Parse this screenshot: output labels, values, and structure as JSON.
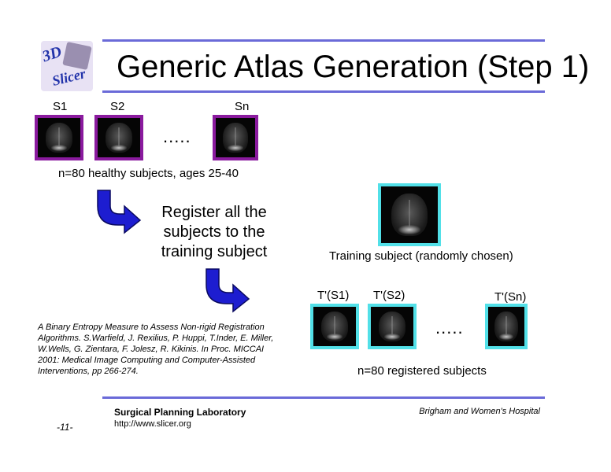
{
  "title": "Generic Atlas Generation (Step 1)",
  "logo": {
    "line1": "3D",
    "line2": "Slicer"
  },
  "subjects": {
    "labels": [
      "S1",
      "S2",
      "Sn"
    ],
    "ellipsis": ".....",
    "caption": "n=80 healthy subjects, ages 25-40"
  },
  "register_text": "Register all the subjects to the training subject",
  "training": {
    "caption": "Training subject (randomly chosen)"
  },
  "registered": {
    "labels": [
      "T'(S1)",
      "T'(S2)",
      "T'(Sn)"
    ],
    "ellipsis": ".....",
    "caption": "n=80 registered subjects"
  },
  "reference": "A Binary Entropy Measure to Assess Non-rigid Registration Algorithms. S.Warfield, J. Rexilius, P. Huppi, T.Inder, E. Miller, W.Wells, G. Zientara, F. Jolesz, R. Kikinis. In Proc. MICCAI 2001: Medical Image Computing and Computer-Assisted Interventions, pp 266-274.",
  "footer": {
    "lab": "Surgical Planning Laboratory",
    "url": "http://www.slicer.org",
    "hospital": "Brigham and Women's Hospital",
    "page": "-11-"
  },
  "colors": {
    "rule": "#6a6ad8",
    "arrow": "#1d1dd0",
    "subject_border": "#8a1a9e",
    "registered_border": "#52e0e8"
  }
}
